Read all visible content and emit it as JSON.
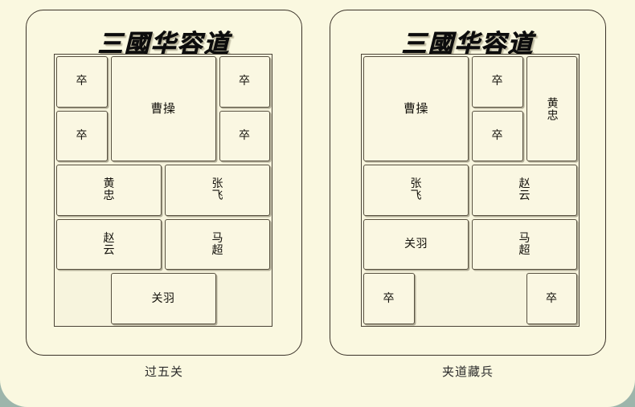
{
  "theme": {
    "page_background": "#faf8e0",
    "outer_background": "#9db5ab",
    "tile_fill": "#faf7e2",
    "tile_border": "#57503f",
    "text_color": "#14120c"
  },
  "boards": [
    {
      "id": "guo-wu-guan",
      "title": "三國华容道",
      "caption": "过五关",
      "grid": {
        "cols": 4,
        "rows": 5
      },
      "tiles": [
        {
          "name": "soldier-1",
          "label": "卒",
          "col": 0,
          "row": 0,
          "w": 1,
          "h": 1,
          "style": "single"
        },
        {
          "name": "caocao",
          "label": "曹操",
          "col": 1,
          "row": 0,
          "w": 2,
          "h": 2,
          "style": "boss"
        },
        {
          "name": "soldier-2",
          "label": "卒",
          "col": 3,
          "row": 0,
          "w": 1,
          "h": 1,
          "style": "single"
        },
        {
          "name": "soldier-3",
          "label": "卒",
          "col": 0,
          "row": 1,
          "w": 1,
          "h": 1,
          "style": "single"
        },
        {
          "name": "soldier-4",
          "label": "卒",
          "col": 3,
          "row": 1,
          "w": 1,
          "h": 1,
          "style": "single"
        },
        {
          "name": "huangzhong",
          "label": "黄忠",
          "col": 0,
          "row": 2,
          "w": 2,
          "h": 1,
          "style": "stacked"
        },
        {
          "name": "zhangfei",
          "label": "张飞",
          "col": 2,
          "row": 2,
          "w": 2,
          "h": 1,
          "style": "stacked"
        },
        {
          "name": "zhaoyun",
          "label": "赵云",
          "col": 0,
          "row": 3,
          "w": 2,
          "h": 1,
          "style": "stacked"
        },
        {
          "name": "machao",
          "label": "马超",
          "col": 2,
          "row": 3,
          "w": 2,
          "h": 1,
          "style": "stacked"
        },
        {
          "name": "empty-1",
          "label": "",
          "col": 0,
          "row": 4,
          "w": 1,
          "h": 1,
          "style": "empty"
        },
        {
          "name": "guanyu",
          "label": "关羽",
          "col": 1,
          "row": 4,
          "w": 2,
          "h": 1,
          "style": "single"
        },
        {
          "name": "empty-2",
          "label": "",
          "col": 3,
          "row": 4,
          "w": 1,
          "h": 1,
          "style": "empty"
        }
      ]
    },
    {
      "id": "jia-dao-cang-bing",
      "title": "三國华容道",
      "caption": "夹道藏兵",
      "grid": {
        "cols": 4,
        "rows": 5
      },
      "tiles": [
        {
          "name": "caocao",
          "label": "曹操",
          "col": 0,
          "row": 0,
          "w": 2,
          "h": 2,
          "style": "boss"
        },
        {
          "name": "soldier-1",
          "label": "卒",
          "col": 2,
          "row": 0,
          "w": 1,
          "h": 1,
          "style": "single"
        },
        {
          "name": "huangzhong",
          "label": "黄忠",
          "col": 3,
          "row": 0,
          "w": 1,
          "h": 2,
          "style": "vertical"
        },
        {
          "name": "soldier-2",
          "label": "卒",
          "col": 2,
          "row": 1,
          "w": 1,
          "h": 1,
          "style": "single"
        },
        {
          "name": "zhangfei",
          "label": "张飞",
          "col": 0,
          "row": 2,
          "w": 2,
          "h": 1,
          "style": "stacked"
        },
        {
          "name": "zhaoyun",
          "label": "赵云",
          "col": 2,
          "row": 2,
          "w": 2,
          "h": 1,
          "style": "stacked"
        },
        {
          "name": "guanyu",
          "label": "关羽",
          "col": 0,
          "row": 3,
          "w": 2,
          "h": 1,
          "style": "single"
        },
        {
          "name": "machao",
          "label": "马超",
          "col": 2,
          "row": 3,
          "w": 2,
          "h": 1,
          "style": "stacked"
        },
        {
          "name": "soldier-3",
          "label": "卒",
          "col": 0,
          "row": 4,
          "w": 1,
          "h": 1,
          "style": "single"
        },
        {
          "name": "empty-1",
          "label": "",
          "col": 1,
          "row": 4,
          "w": 2,
          "h": 1,
          "style": "empty"
        },
        {
          "name": "soldier-4",
          "label": "卒",
          "col": 3,
          "row": 4,
          "w": 1,
          "h": 1,
          "style": "single"
        }
      ]
    }
  ]
}
